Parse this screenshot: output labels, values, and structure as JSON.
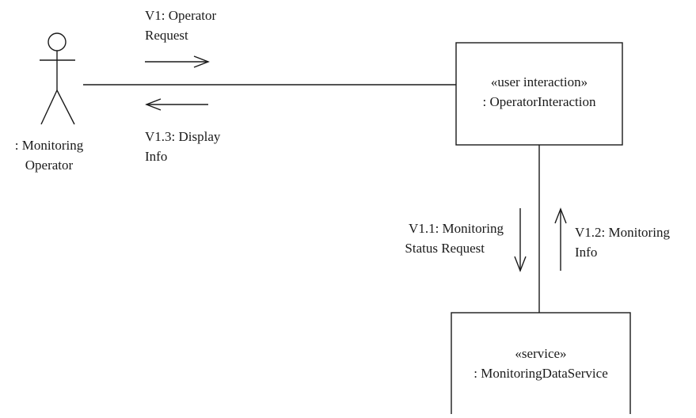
{
  "actor": {
    "name_line1": ": Monitoring",
    "name_line2": "Operator"
  },
  "objects": {
    "operator_interaction": {
      "stereotype": "«user interaction»",
      "name": ": OperatorInteraction"
    },
    "monitoring_data_service": {
      "stereotype": "«service»",
      "name": ": MonitoringDataService"
    }
  },
  "messages": {
    "v1": {
      "line1": "V1: Operator",
      "line2": "Request"
    },
    "v1_3": {
      "line1": "V1.3: Display",
      "line2": "Info"
    },
    "v1_1": {
      "line1": "V1.1: Monitoring",
      "line2": "Status Request"
    },
    "v1_2": {
      "line1": "V1.2: Monitoring",
      "line2": "Info"
    }
  }
}
